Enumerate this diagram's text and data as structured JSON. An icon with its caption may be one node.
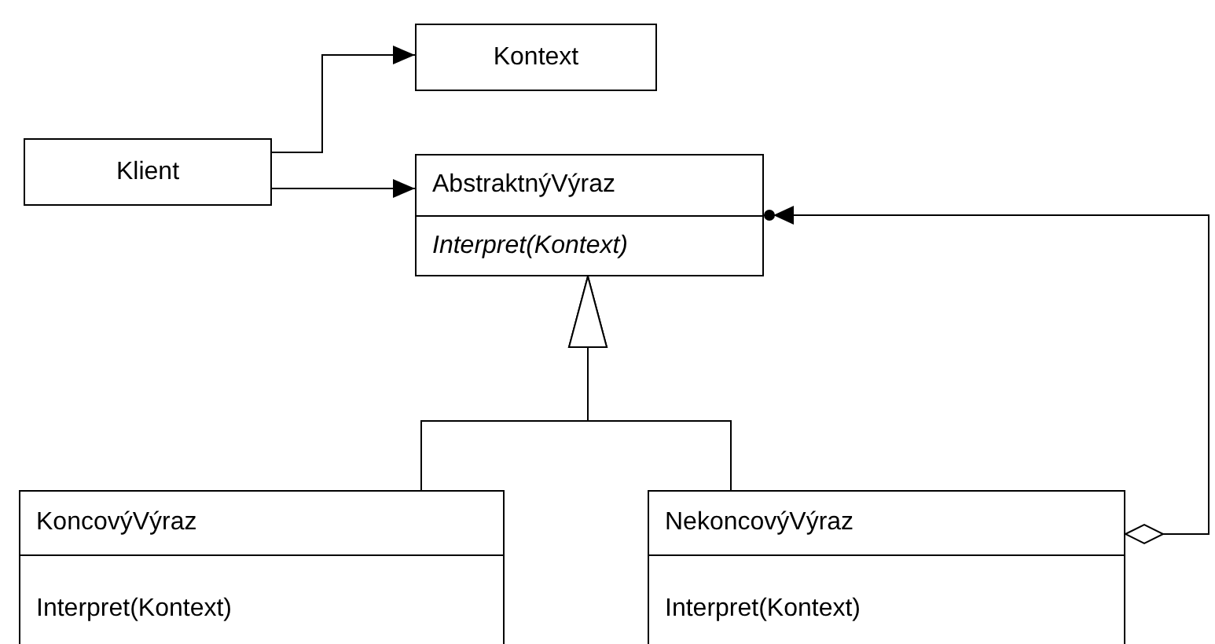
{
  "diagram": {
    "nodes": [
      {
        "text": [
          "Kontext"
        ]
      },
      {
        "text": [
          "Klient"
        ]
      },
      {
        "text": [
          "AbstraktnýVýraz",
          "Interpret(Kontext)"
        ]
      },
      {
        "text": [
          "KoncovýVýraz",
          "Interpret(Kontext)"
        ]
      },
      {
        "text": [
          "NekoncovýVýraz",
          "Interpret(Kontext)"
        ]
      }
    ],
    "edges": [
      {
        "from": 1,
        "to": 0,
        "arrow": "to"
      },
      {
        "from": 1,
        "to": 2,
        "arrow": "to"
      },
      {
        "from": 3,
        "to": 2,
        "arrow": "to"
      },
      {
        "from": 4,
        "to": 2,
        "arrow": "to"
      },
      {
        "from": 4,
        "to": 2,
        "arrow": "to"
      }
    ]
  }
}
